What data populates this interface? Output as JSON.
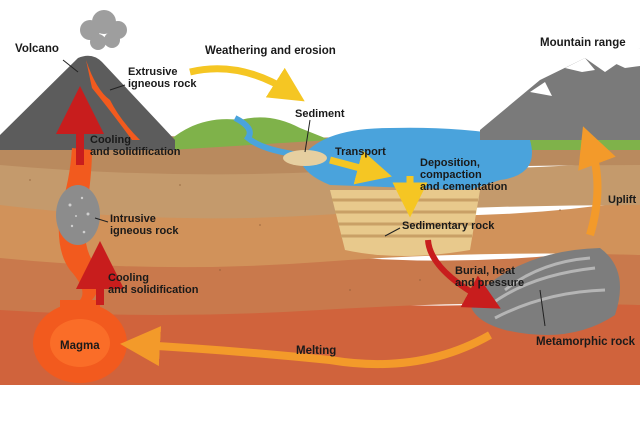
{
  "labels": {
    "volcano": "Volcano",
    "extrusive": "Extrusive\nigneous rock",
    "weathering": "Weathering and erosion",
    "sediment": "Sediment",
    "mountain_range": "Mountain range",
    "transport": "Transport",
    "deposition": "Deposition,\ncompaction\nand cementation",
    "cooling_upper": "Cooling\nand solidification",
    "intrusive": "Intrusive\nigneous rock",
    "sedimentary_rock": "Sedimentary rock",
    "uplift": "Uplift",
    "cooling_lower": "Cooling\nand solidification",
    "burial": "Burial, heat\nand pressure",
    "magma": "Magma",
    "melting": "Melting",
    "metamorphic": "Metamorphic rock"
  },
  "colors": {
    "sky": "#ffffff",
    "soil_top": "#b98a5e",
    "layer_1": "#c49a6c",
    "layer_2": "#d1925a",
    "layer_3": "#c9794c",
    "layer_4": "#d0633c",
    "magma": "#f25a1e",
    "water": "#4aa3dc",
    "grass": "#7fb24a",
    "arrow_orange": "#f39a2a",
    "arrow_red": "#c81d1d",
    "arrow_yellow": "#f5c623"
  }
}
